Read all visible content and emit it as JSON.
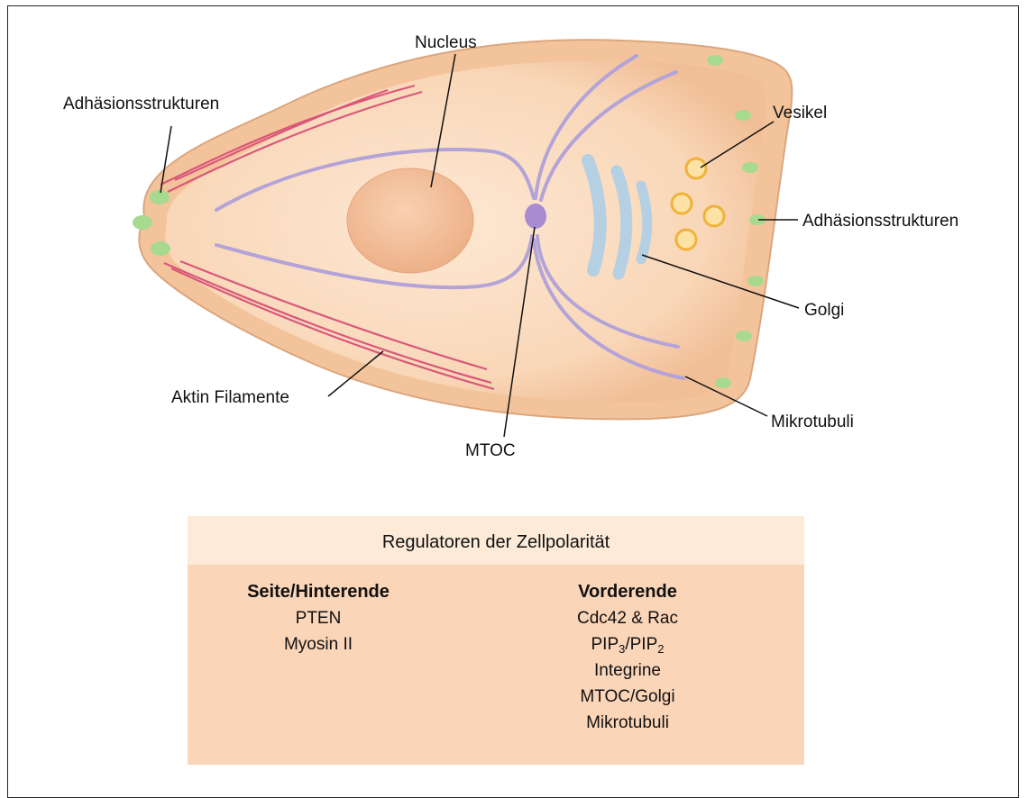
{
  "labels": {
    "nucleus": "Nucleus",
    "adhesion_left": "Adhäsionsstrukturen",
    "adhesion_right": "Adhäsionsstrukturen",
    "vesikel": "Vesikel",
    "golgi": "Golgi",
    "aktin": "Aktin Filamente",
    "mtoc": "MTOC",
    "mikrotubuli": "Mikrotubuli"
  },
  "table": {
    "title": "Regulatoren der Zellpolarität",
    "left": {
      "heading": "Seite/Hinterende",
      "items": [
        "PTEN",
        "Myosin II"
      ]
    },
    "right": {
      "heading": "Vorderende",
      "items": [
        "Cdc42 & Rac",
        "PIP",
        "3",
        "/PIP",
        "2",
        "Integrine",
        "MTOC/Golgi",
        "Mikrotubuli"
      ]
    }
  },
  "colors": {
    "cell_fill": "#f5c9a4",
    "cell_edge": "#d9a57c",
    "cell_inner": "#fbe3cc",
    "nucleus": "#efb58f",
    "actin": "#d9587a",
    "microtubule": "#b3a3d8",
    "golgi": "#b5cfe3",
    "vesicle": "#f4b840",
    "adhesion": "#a7d98e",
    "mtoc": "#a78ccf"
  }
}
